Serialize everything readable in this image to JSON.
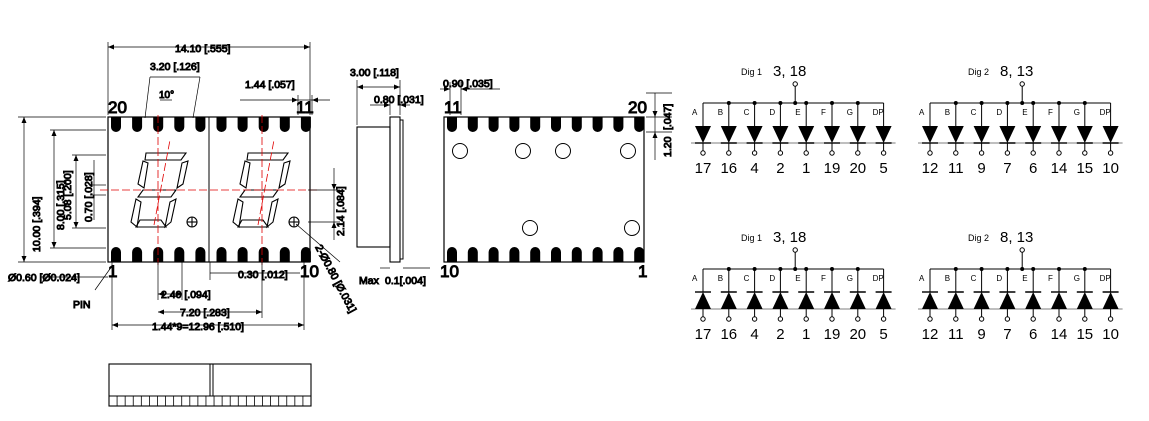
{
  "front_view": {
    "dim_width": "14.10 [.555]",
    "dim_seg": "3.20 [.126]",
    "dim_angle": "10°",
    "dim_pitch_top": "1.44 [.057]",
    "pin20": "20",
    "pin11": "11",
    "pin1": "1",
    "pin10": "10",
    "dim_height": "10.00 [.394]",
    "dim_8": "8.00 [.315]",
    "dim_508": "5.08 [.200]",
    "dim_070": "0.70 [.028]",
    "dim_084": "2.14 [.084]",
    "dim_dp": "2-Ø0.80 [Ø.031]",
    "dim_pin_dia": "Ø0.60 [Ø0.024]",
    "pin_label": "PIN",
    "dim_030": "0.30 [.012]",
    "dim_240": "2.40 [.094]",
    "dim_720": "7.20 [.283]",
    "dim_total": "1.44*9=12.96 [.510]"
  },
  "side_view": {
    "dim_300": "3.00 [.118]",
    "dim_080": "0.80 [.031]",
    "dim_max_label": "Max",
    "dim_max": "0.1[.004]"
  },
  "back_view": {
    "dim_090": "0.90 [.035]",
    "pin11": "11",
    "pin20": "20",
    "pin10": "10",
    "pin1": "1",
    "dim_047": "[.047]",
    "dim_120": "1.20"
  },
  "schematics": [
    {
      "digit": "Dig 1",
      "common": "3, 18",
      "orientation": "down",
      "segments": [
        "A",
        "B",
        "C",
        "D",
        "E",
        "F",
        "G",
        "DP"
      ],
      "pins": [
        "17",
        "16",
        "4",
        "2",
        "1",
        "19",
        "20",
        "5"
      ]
    },
    {
      "digit": "Dig 2",
      "common": "8, 13",
      "orientation": "down",
      "segments": [
        "A",
        "B",
        "C",
        "D",
        "E",
        "F",
        "G",
        "DP"
      ],
      "pins": [
        "12",
        "11",
        "9",
        "7",
        "6",
        "14",
        "15",
        "10"
      ]
    },
    {
      "digit": "Dig 1",
      "common": "3, 18",
      "orientation": "up",
      "segments": [
        "A",
        "B",
        "C",
        "D",
        "E",
        "F",
        "G",
        "DP"
      ],
      "pins": [
        "17",
        "16",
        "4",
        "2",
        "1",
        "19",
        "20",
        "5"
      ]
    },
    {
      "digit": "Dig 2",
      "common": "8, 13",
      "orientation": "up",
      "segments": [
        "A",
        "B",
        "C",
        "D",
        "E",
        "F",
        "G",
        "DP"
      ],
      "pins": [
        "12",
        "11",
        "9",
        "7",
        "6",
        "14",
        "15",
        "10"
      ]
    }
  ]
}
